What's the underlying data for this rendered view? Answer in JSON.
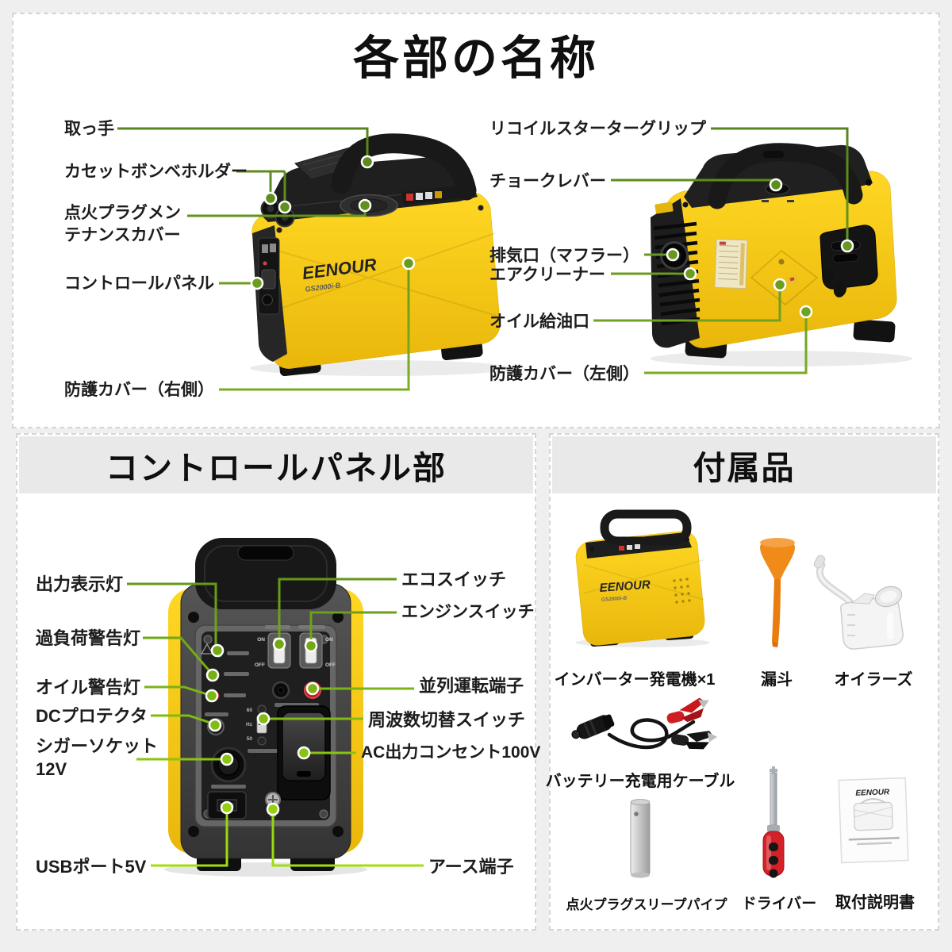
{
  "colors": {
    "background": "#efefef",
    "section_bg": "#ffffff",
    "header_bar": "#e9e9e9",
    "leader_green_dark": "#5d8f1f",
    "leader_green_lime": "#9bdc0f",
    "machine_yellow": "#f3c400",
    "machine_black": "#1d1d1d",
    "funnel_orange": "#f08a18",
    "screwdriver_red": "#d32127",
    "terminal_red": "#c21a20"
  },
  "brand": {
    "logo": "EENOUR",
    "model": "GS2000i-B"
  },
  "parts": {
    "title": "各部の名称",
    "front_labels": [
      "取っ手",
      "カセットボンベホルダー",
      "点火プラグメン\nテナンスカバー",
      "コントロールパネル",
      "防護カバー（右側）"
    ],
    "rear_labels": [
      "リコイルスターターグリップ",
      "チョークレバー",
      "排気口（マフラー）",
      "エアクリーナー",
      "オイル給油口",
      "防護カバー（左側）"
    ]
  },
  "panel": {
    "title": "コントロールパネル部",
    "left_labels": [
      "出力表示灯",
      "過負荷警告灯",
      "オイル警告灯",
      "DCプロテクタ",
      "シガーソケット\n12V",
      "USBポート5V"
    ],
    "right_labels": [
      "エコスイッチ",
      "エンジンスイッチ",
      "並列運転端子",
      "周波数切替スイッチ",
      "AC出力コンセント100V",
      "アース端子"
    ],
    "print": {
      "on": "ON",
      "off": "OFF",
      "hz60": "60",
      "hz50": "50",
      "hz": "Hz"
    }
  },
  "accessories": {
    "title": "付属品",
    "items": [
      "インバーター発電機×1",
      "漏斗",
      "オイラーズ",
      "バッテリー充電用ケーブル",
      "点火プラグスリープパイプ",
      "ドライバー",
      "取付説明書"
    ]
  }
}
